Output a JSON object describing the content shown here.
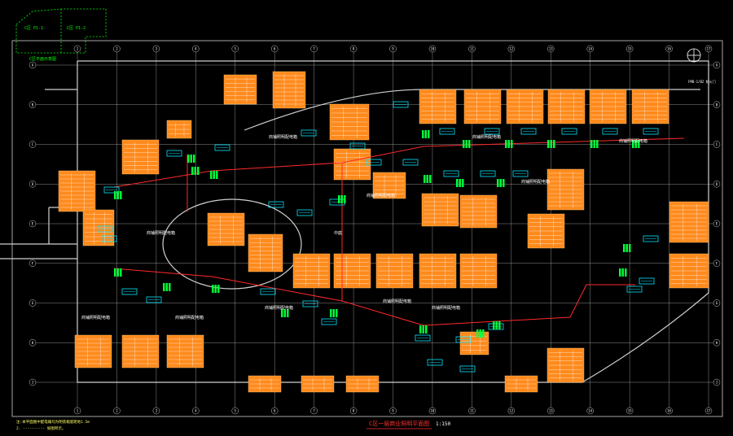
{
  "drawing": {
    "title": "C区一层商业照明平面图",
    "scale": "1:150",
    "notes": [
      "注:本平面图中配电箱均为明装箱底距地1.5m",
      "2. ----------   如图所示。"
    ],
    "keyplan_labels": [
      "C区 P1-1",
      "C区 P1-2"
    ],
    "keyplan_caption": "C区平面示意图",
    "top_right_note": "FMB-1/B2 防火门"
  },
  "column_grid": {
    "vertical_labels": [
      "1",
      "2",
      "3",
      "4",
      "5",
      "6",
      "7",
      "8",
      "9",
      "10",
      "11",
      "12",
      "13",
      "14",
      "15",
      "16",
      "17"
    ],
    "horizontal_labels": [
      "A",
      "B",
      "C",
      "D",
      "E",
      "F",
      "G",
      "H",
      "J"
    ]
  },
  "rooms": [
    "商铺照明配电箱",
    "商铺照明配电箱",
    "商铺照明配电箱",
    "商铺照明配电箱",
    "商铺照明配电箱",
    "商铺照明配电箱",
    "中庭",
    "商铺照明配电箱",
    "商铺照明配电箱",
    "商铺照明配电箱",
    "商铺照明配电箱",
    "商铺照明配电箱"
  ],
  "colors": {
    "background": "#000000",
    "grid": "#c8c8c8",
    "panel": "#ff8a1c",
    "fixture": "#00e5ff",
    "equipment": "#00ff3c",
    "circuit": "#ff2a2a",
    "text": "#ffffff",
    "title": "#ff3030",
    "keyplan": "#00ff00"
  }
}
